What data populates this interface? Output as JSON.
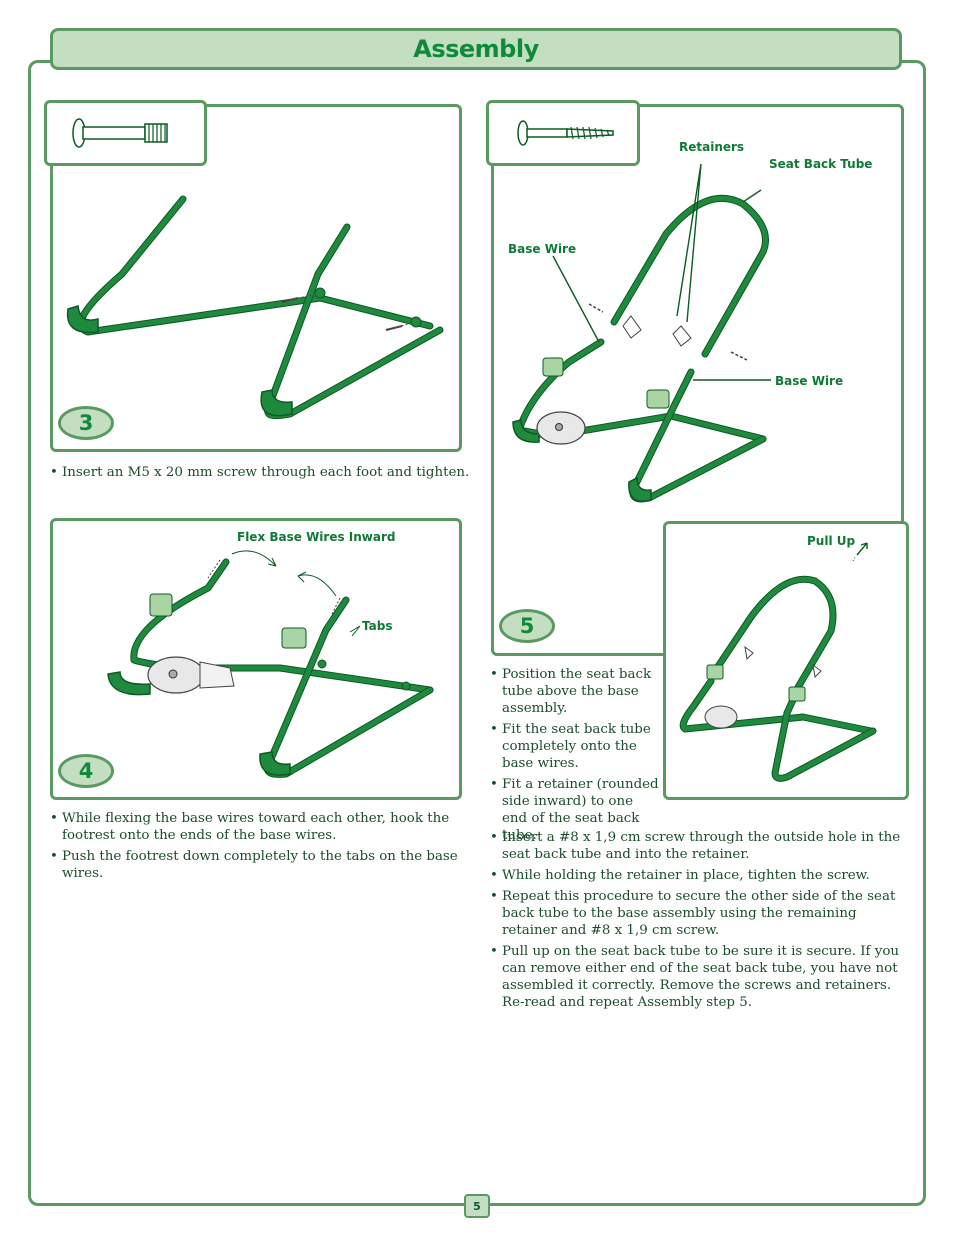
{
  "header": {
    "title": "Assembly"
  },
  "page_number": "5",
  "step3": {
    "number": "3",
    "text": "Insert an M5 x 20 mm screw through each foot and tighten."
  },
  "step4": {
    "number": "4",
    "labels": {
      "flex": "Flex Base Wires Inward",
      "tabs": "Tabs"
    },
    "instructions": [
      "While flexing the base wires toward each other, hook the footrest onto the ends of the base wires.",
      "Push the footrest down completely to the tabs on the base wires."
    ]
  },
  "step5": {
    "number": "5",
    "labels": {
      "retainers": "Retainers",
      "seat_back_tube": "Seat Back Tube",
      "base_wire_left": "Base Wire",
      "base_wire_right": "Base Wire",
      "pull_up": "Pull Up"
    },
    "instructions": [
      "Position the seat back tube above the base assembly.",
      "Fit the seat back tube completely onto the base wires.",
      "Fit a retainer (rounded side inward) to one end of the seat back tube.",
      "Insert a #8 x 1,9 cm screw through the outside hole in the seat back tube and into the retainer.",
      "While holding the retainer in place, tighten the screw.",
      "Repeat this procedure to secure the other side of the seat back tube to the base assembly using the remaining retainer and #8 x 1,9 cm screw.",
      "Pull up on the seat back tube to be sure it is secure. If you can remove either end of the seat back tube, you have not assembled it correctly. Remove the screws and retainers. Re-read and repeat Assembly step 5."
    ]
  },
  "colors": {
    "accent_green": "#0f8a3a",
    "frame_green": "#5a9a62",
    "fill_light_green": "#c4dec2"
  }
}
